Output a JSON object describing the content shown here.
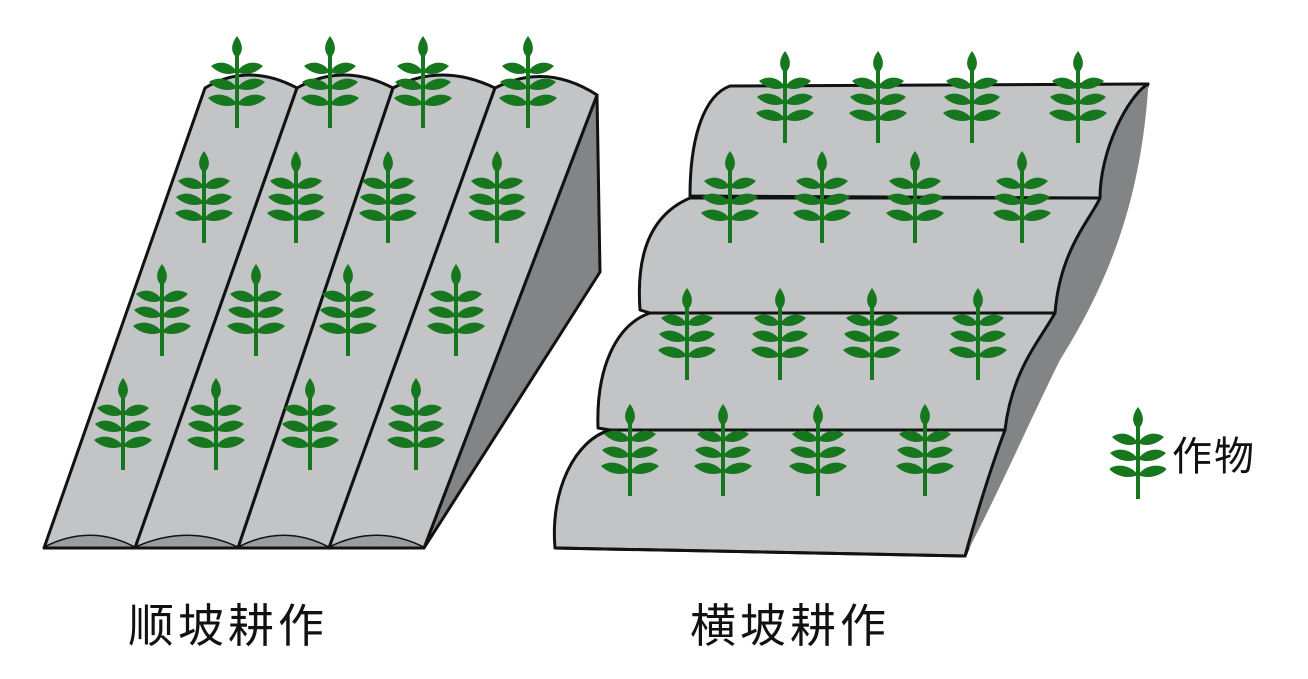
{
  "diagram": {
    "left_label": "顺坡耕作",
    "right_label": "横坡耕作",
    "legend": {
      "icon": "plant-icon",
      "label": "作物"
    }
  },
  "colors": {
    "surface": "#c2c4c6",
    "side": "#828486",
    "edge": "#121212",
    "plant": "#17771e"
  }
}
